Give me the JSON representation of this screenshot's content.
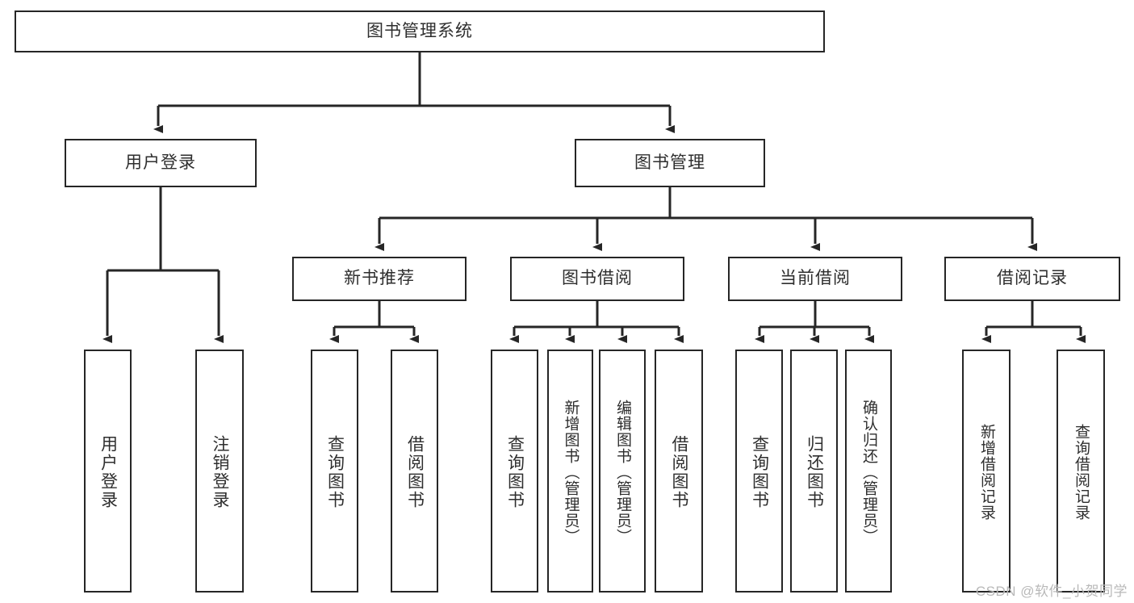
{
  "diagram": {
    "title": "图书管理系统",
    "type": "tree",
    "watermark": "CSDN @软件_小贺同学",
    "colors": {
      "stroke": "#262626",
      "fill": "#ffffff",
      "text": "#2e2e2e",
      "watermark": "#b9b9b9"
    },
    "root": {
      "label": "图书管理系统"
    },
    "level2": [
      {
        "label": "用户登录"
      },
      {
        "label": "图书管理"
      }
    ],
    "level3": [
      {
        "label": "新书推荐"
      },
      {
        "label": "图书借阅"
      },
      {
        "label": "当前借阅"
      },
      {
        "label": "借阅记录"
      }
    ],
    "leaves": {
      "user_login": [
        {
          "label": "用户登录"
        },
        {
          "label": "注销登录"
        }
      ],
      "new_book": [
        {
          "label": "查询图书"
        },
        {
          "label": "借阅图书"
        }
      ],
      "book_borrow": [
        {
          "label": "查询图书"
        },
        {
          "label": "新增图书（管理员）"
        },
        {
          "label": "编辑图书（管理员）"
        },
        {
          "label": "借阅图书"
        }
      ],
      "current_borrow": [
        {
          "label": "查询图书"
        },
        {
          "label": "归还图书"
        },
        {
          "label": "确认归还（管理员）"
        }
      ],
      "borrow_record": [
        {
          "label": "新增借阅记录"
        },
        {
          "label": "查询借阅记录"
        }
      ]
    }
  }
}
